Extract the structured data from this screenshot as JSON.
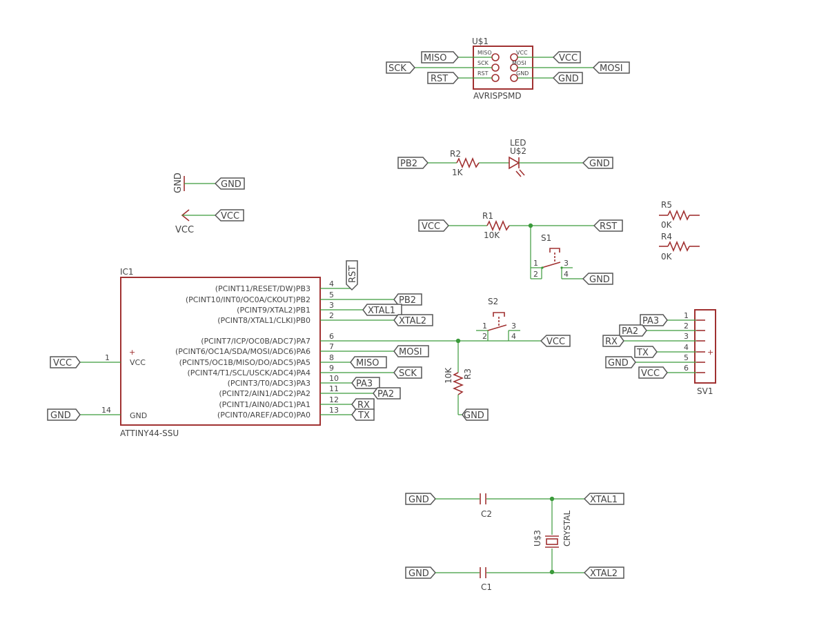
{
  "ic1": {
    "ref": "IC1",
    "value": "ATTINY44-SSU",
    "vcc_label": "VCC",
    "gnd_label": "GND",
    "vcc_pin": "1",
    "gnd_pin": "14",
    "right_pins": [
      {
        "name": "(PCINT11/RESET/DW)PB3",
        "num": "4"
      },
      {
        "name": "(PCINT10/INT0/OC0A/CKOUT)PB2",
        "num": "5"
      },
      {
        "name": "(PCINT9/XTAL2)PB1",
        "num": "3"
      },
      {
        "name": "(PCINT8/XTAL1/CLKI)PB0",
        "num": "2"
      },
      {
        "name": "(PCINT7/ICP/OC0B/ADC7)PA7",
        "num": "6"
      },
      {
        "name": "(PCINT6/OC1A/SDA/MOSI/ADC6)PA6",
        "num": "7"
      },
      {
        "name": "(PCINT5/OC1B/MISO/DO/ADC5)PA5",
        "num": "8"
      },
      {
        "name": "(PCINT4/T1/SCL/USCK/ADC4)PA4",
        "num": "9"
      },
      {
        "name": "(PCINT3/T0/ADC3)PA3",
        "num": "10"
      },
      {
        "name": "(PCINT2/AIN1/ADC2)PA2",
        "num": "11"
      },
      {
        "name": "(PCINT1/AIN0/ADC1)PA1",
        "num": "12"
      },
      {
        "name": "(PCINT0/AREF/ADC0)PA0",
        "num": "13"
      }
    ],
    "net_flags": [
      "RST",
      "PB2",
      "XTAL1",
      "XTAL2",
      "MOSI",
      "MISO",
      "SCK",
      "PA3",
      "PA2",
      "RX",
      "TX"
    ],
    "left_flags": [
      "VCC",
      "GND"
    ]
  },
  "isp": {
    "ref": "U$1",
    "value": "AVRISPSMD",
    "pins_left": [
      "MISO",
      "SCK",
      "RST"
    ],
    "pins_right": [
      "VCC",
      "MOSI",
      "GND"
    ],
    "flags_left": [
      "MISO",
      "SCK",
      "RST"
    ],
    "flags_right": [
      "VCC",
      "MOSI",
      "GND"
    ]
  },
  "led": {
    "ref": "U$2",
    "value": "LED",
    "resistor_ref": "R2",
    "resistor_value": "1K",
    "flag_left": "PB2",
    "flag_right": "GND"
  },
  "power": {
    "gnd_symbol": "GND",
    "gnd_flag": "GND",
    "vcc_symbol": "VCC",
    "vcc_flag": "VCC"
  },
  "reset": {
    "resistor_ref": "R1",
    "resistor_value": "10K",
    "switch_ref": "S1",
    "flag_vcc": "VCC",
    "flag_rst": "RST",
    "flag_gnd": "GND",
    "pins": [
      "1",
      "2",
      "3",
      "4"
    ]
  },
  "extra_resistors": [
    {
      "ref": "R5",
      "value": "0K"
    },
    {
      "ref": "R4",
      "value": "0K"
    }
  ],
  "button": {
    "switch_ref": "S2",
    "resistor_ref": "R3",
    "resistor_value": "10K",
    "flag_vcc": "VCC",
    "flag_gnd": "GND",
    "pins": [
      "1",
      "2",
      "3",
      "4"
    ]
  },
  "header": {
    "ref": "SV1",
    "pins": [
      "1",
      "2",
      "3",
      "4",
      "5",
      "6"
    ],
    "flags": [
      "PA3",
      "PA2",
      "RX",
      "TX",
      "GND",
      "VCC"
    ]
  },
  "crystal": {
    "ref": "U$3",
    "value": "CRYSTAL",
    "cap_top": "C2",
    "cap_bottom": "C1",
    "flag_gnd_top": "GND",
    "flag_gnd_bottom": "GND",
    "flag_xtal1": "XTAL1",
    "flag_xtal2": "XTAL2"
  }
}
